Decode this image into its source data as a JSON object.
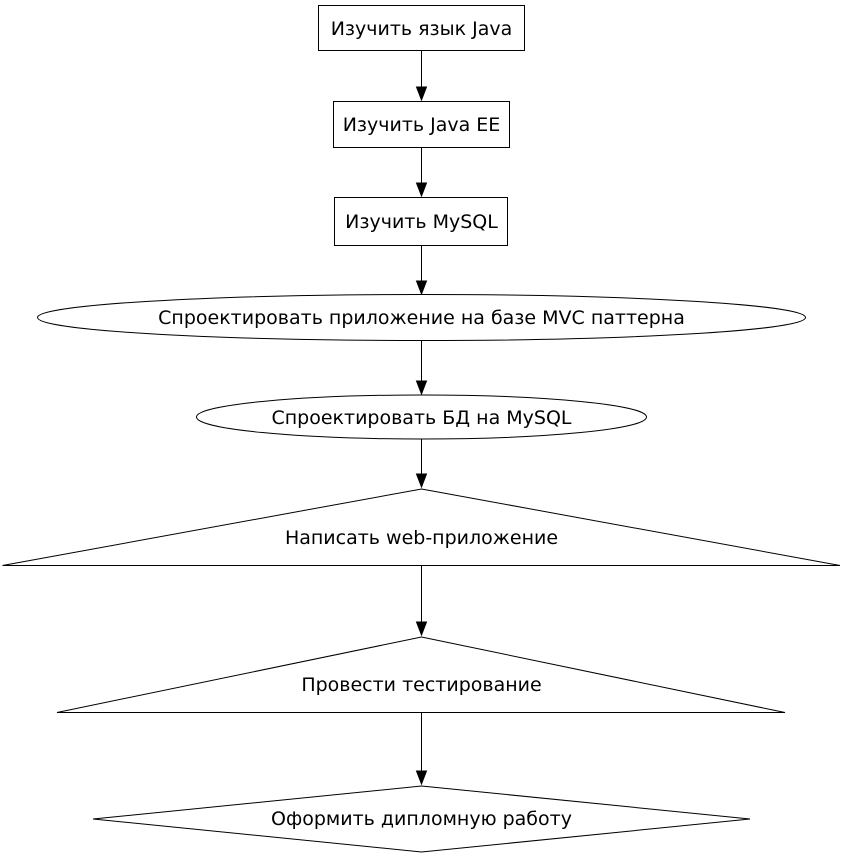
{
  "diagram": {
    "type": "flowchart",
    "background_color": "#ffffff",
    "stroke_color": "#000000",
    "text_color": "#000000",
    "nodes": [
      {
        "id": "study-java",
        "shape": "box",
        "label": "Изучить язык Java"
      },
      {
        "id": "study-java-ee",
        "shape": "box",
        "label": "Изучить Java EE"
      },
      {
        "id": "study-mysql",
        "shape": "box",
        "label": "Изучить MySQL"
      },
      {
        "id": "design-mvc-app",
        "shape": "ellipse",
        "label": "Спроектировать приложение на базе MVC паттерна"
      },
      {
        "id": "design-db-mysql",
        "shape": "ellipse",
        "label": "Спроектировать БД на MySQL"
      },
      {
        "id": "write-web-app",
        "shape": "triangle",
        "label": "Написать web-приложение"
      },
      {
        "id": "run-testing",
        "shape": "triangle",
        "label": "Провести тестирование"
      },
      {
        "id": "write-diploma",
        "shape": "diamond",
        "label": "Оформить дипломную работу"
      }
    ],
    "edges": [
      {
        "from": "study-java",
        "to": "study-java-ee"
      },
      {
        "from": "study-java-ee",
        "to": "study-mysql"
      },
      {
        "from": "study-mysql",
        "to": "design-mvc-app"
      },
      {
        "from": "design-mvc-app",
        "to": "design-db-mysql"
      },
      {
        "from": "design-db-mysql",
        "to": "write-web-app"
      },
      {
        "from": "write-web-app",
        "to": "run-testing"
      },
      {
        "from": "run-testing",
        "to": "write-diploma"
      }
    ]
  }
}
